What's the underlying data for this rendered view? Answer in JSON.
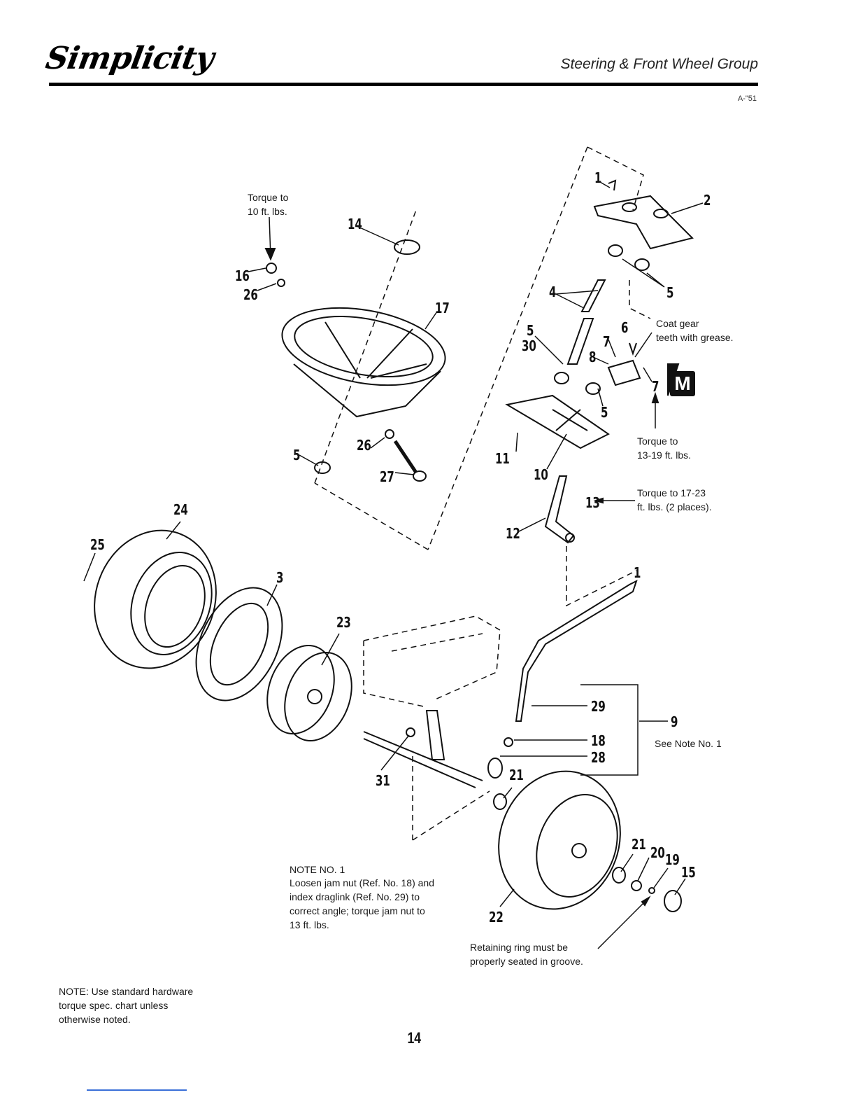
{
  "header": {
    "brand": "Simplicity",
    "section_title": "Steering & Front Wheel Group",
    "doc_code": "A-\"51"
  },
  "callouts": {
    "torque_10": "Torque to\n10 ft. lbs.",
    "coat_gear": "Coat gear\nteeth with grease.",
    "torque_13_19": "Torque to\n13-19 ft. lbs.",
    "torque_17_23": "Torque to 17-23\nft. lbs. (2 places).",
    "see_note": "See Note No. 1",
    "retaining_ring": "Retaining ring must be\nproperly seated in groove.",
    "section_marker": "M"
  },
  "note1": {
    "title": "NOTE NO. 1",
    "text": "Loosen jam nut (Ref. No. 18) and\nindex draglink (Ref. No. 29) to\ncorrect angle; torque jam nut to\n13 ft. lbs."
  },
  "footer_note": "NOTE: Use standard hardware\ntorque spec. chart unless\notherwise noted.",
  "page_number": "14",
  "part_refs": [
    "1",
    "2",
    "5",
    "4",
    "6",
    "5",
    "30",
    "7",
    "8",
    "7",
    "5",
    "11",
    "10",
    "13",
    "12",
    "1",
    "14",
    "16",
    "26",
    "17",
    "26",
    "5",
    "27",
    "24",
    "25",
    "3",
    "23",
    "29",
    "9",
    "18",
    "28",
    "21",
    "31",
    "21",
    "20",
    "19",
    "15",
    "22"
  ]
}
